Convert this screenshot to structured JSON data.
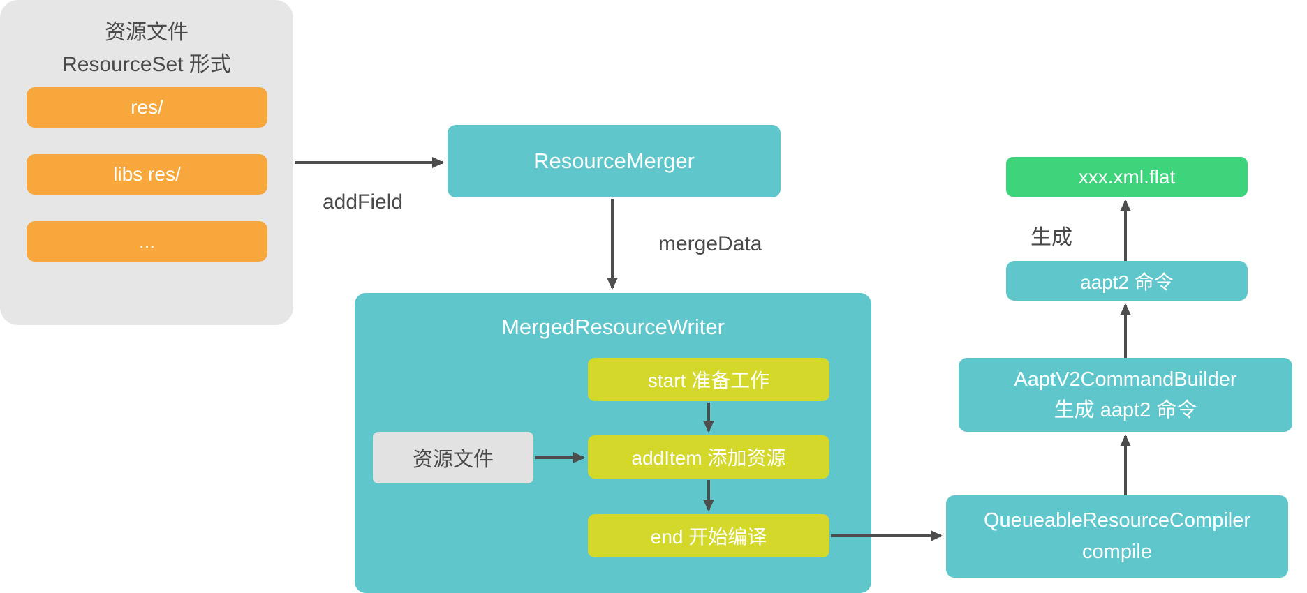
{
  "resource_set_panel": {
    "title_line1": "资源文件",
    "title_line2": "ResourceSet 形式",
    "items": [
      {
        "label": "res/"
      },
      {
        "label": "libs res/"
      },
      {
        "label": "..."
      }
    ]
  },
  "resource_merger": {
    "label": "ResourceMerger"
  },
  "edge_labels": {
    "add_field": "addField",
    "merge_data": "mergeData",
    "generate": "生成"
  },
  "merged_resource_writer": {
    "title": "MergedResourceWriter",
    "steps": [
      {
        "label": "start 准备工作"
      },
      {
        "label": "addItem 添加资源"
      },
      {
        "label": "end 开始编译"
      }
    ],
    "input_label": "资源文件"
  },
  "queueable_resource_compiler": {
    "line1": "QueueableResourceCompiler",
    "line2": "compile"
  },
  "aapt_v2_command_builder": {
    "line1": "AaptV2CommandBuilder",
    "line2": "生成 aapt2 命令"
  },
  "aapt2_command": {
    "label": "aapt2 命令"
  },
  "output_file": {
    "label": "xxx.xml.flat"
  },
  "colors": {
    "teal": "#5fc7cb",
    "orange": "#f7a73c",
    "yellow": "#d3d82b",
    "green": "#3ed47c",
    "panel_gray": "#e6e6e6",
    "input_gray": "#e2e2e2",
    "arrow": "#4d4d4d",
    "dark_text": "#4a4a4a"
  }
}
